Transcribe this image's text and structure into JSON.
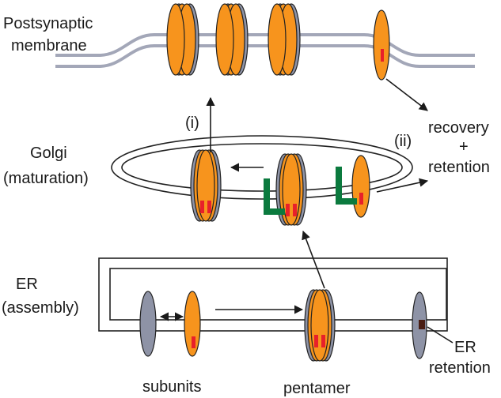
{
  "labels": {
    "postsynaptic_line1": "Postsynaptic",
    "postsynaptic_line2": "membrane",
    "golgi_line1": "Golgi",
    "golgi_line2": "(maturation)",
    "er_line1": "ER",
    "er_line2": "(assembly)",
    "path_i": "(i)",
    "path_ii": "(ii)",
    "recovery": "recovery",
    "plus": "+",
    "retention": "retention",
    "er_retention_line1": "ER",
    "er_retention_line2": "retention",
    "subunits": "subunits",
    "pentamer": "pentamer"
  },
  "colors": {
    "orange": "#F7941D",
    "gray": "#8E93A6",
    "red": "#E8202A",
    "green": "#0B7A3E",
    "membrane": "#A3A7B8",
    "outline": "#222222"
  }
}
